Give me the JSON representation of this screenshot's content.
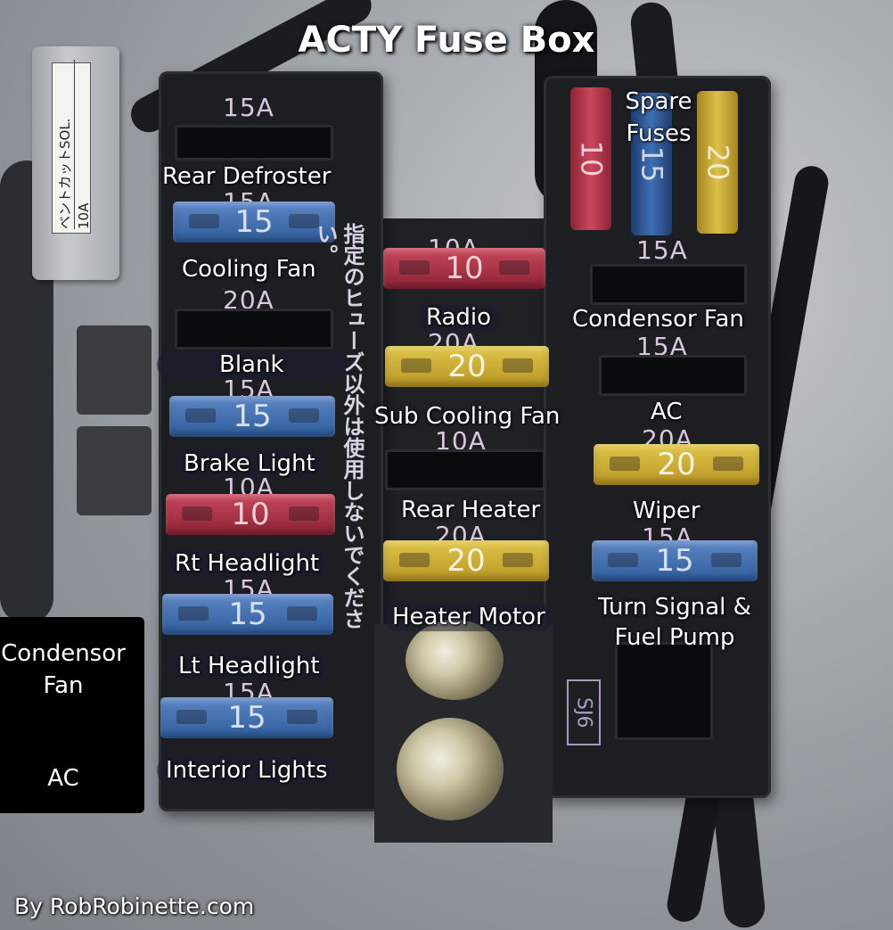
{
  "title": "ACTY Fuse Box",
  "relay_label": [
    "ベントカットSOL.",
    "10A"
  ],
  "japanese_warning": "指定のヒューズ以外は使用しないでください。",
  "module_code": "SJ6",
  "left_column": [
    {
      "rating": "15A",
      "fuse": null,
      "label": "Rear Defroster"
    },
    {
      "rating": "15A",
      "fuse": {
        "value": "15",
        "color": "#3f6fb4"
      },
      "label": "Cooling Fan"
    },
    {
      "rating": "20A",
      "fuse": null,
      "label": "Blank"
    },
    {
      "rating": "15A",
      "fuse": {
        "value": "15",
        "color": "#3f6fb4"
      },
      "label": "Brake Light"
    },
    {
      "rating": "10A",
      "fuse": {
        "value": "10",
        "color": "#a8323f"
      },
      "label": "Rt Headlight"
    },
    {
      "rating": "15A",
      "fuse": {
        "value": "15",
        "color": "#3f6fb4"
      },
      "label": "Lt Headlight"
    },
    {
      "rating": "15A",
      "fuse": {
        "value": "15",
        "color": "#3f6fb4"
      },
      "label": "Interior Lights"
    }
  ],
  "middle_column": [
    {
      "rating": "10A",
      "fuse": {
        "value": "10",
        "color": "#a8323f"
      },
      "label": "Radio"
    },
    {
      "rating": "20A",
      "fuse": {
        "value": "20",
        "color": "#d2b53a"
      },
      "label": "Sub Cooling Fan"
    },
    {
      "rating": "10A",
      "fuse": null,
      "label": "Rear Heater"
    },
    {
      "rating": "20A",
      "fuse": {
        "value": "20",
        "color": "#d2b53a"
      },
      "label": "Heater Motor"
    }
  ],
  "right_column": [
    {
      "rating": "15A",
      "fuse": null,
      "label": "Condensor Fan"
    },
    {
      "rating": "15A",
      "fuse": null,
      "label": "AC"
    },
    {
      "rating": "20A",
      "fuse": {
        "value": "20",
        "color": "#d2b53a"
      },
      "label": "Wiper"
    },
    {
      "rating": "15A",
      "fuse": {
        "value": "15",
        "color": "#3f6fb4"
      },
      "label": "Turn Signal & Fuel Pump"
    }
  ],
  "spare_fuses": {
    "label": "Spare Fuses",
    "fuses": [
      {
        "value": "10",
        "color": "#a8323f"
      },
      {
        "value": "15",
        "color": "#3f6fb4"
      },
      {
        "value": "20",
        "color": "#d2b53a"
      }
    ]
  },
  "inset_box": {
    "line1": "Condensor",
    "line2": "Fan",
    "line3": "AC"
  },
  "credit": "By RobRobinette.com"
}
